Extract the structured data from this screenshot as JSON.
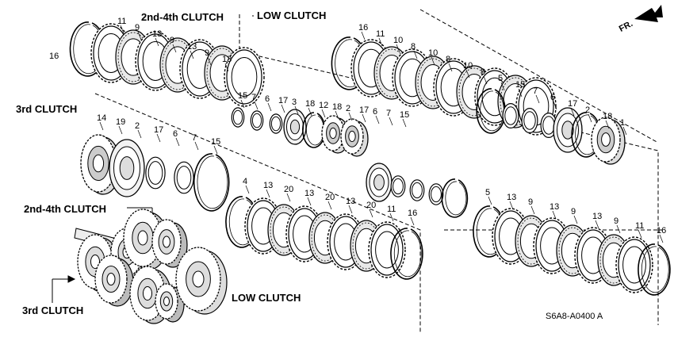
{
  "section_labels": {
    "top_clutch_2nd4th": "2nd-4th CLUTCH",
    "top_low_clutch": "LOW CLUTCH",
    "top_3rd_clutch": "3rd CLUTCH",
    "bottom_2nd4th": "2nd-4th CLUTCH",
    "bottom_3rd": "3rd CLUTCH",
    "bottom_low": "LOW CLUTCH"
  },
  "front_indicator": "FR.",
  "reference_code": "S6A8-A0400 A",
  "callouts": {
    "c2nd4th": [
      "11",
      "9",
      "13",
      "9",
      "13",
      "9",
      "13",
      "16"
    ],
    "low_top": [
      "16",
      "11",
      "10",
      "8",
      "10",
      "8",
      "10",
      "8",
      "5",
      "15",
      "7",
      "6",
      "17",
      "2",
      "18",
      "1"
    ],
    "mid_strip": [
      "15",
      "7",
      "6",
      "17",
      "3",
      "18",
      "12",
      "18",
      "2",
      "17",
      "6",
      "7",
      "15"
    ],
    "third_left": [
      "14",
      "19",
      "2",
      "17",
      "6",
      "7",
      "15"
    ],
    "third_lower": [
      "4",
      "13",
      "20",
      "13",
      "20",
      "13",
      "20",
      "11",
      "16"
    ],
    "low_lower": [
      "5",
      "13",
      "9",
      "13",
      "9",
      "13",
      "9",
      "11",
      "16"
    ]
  }
}
